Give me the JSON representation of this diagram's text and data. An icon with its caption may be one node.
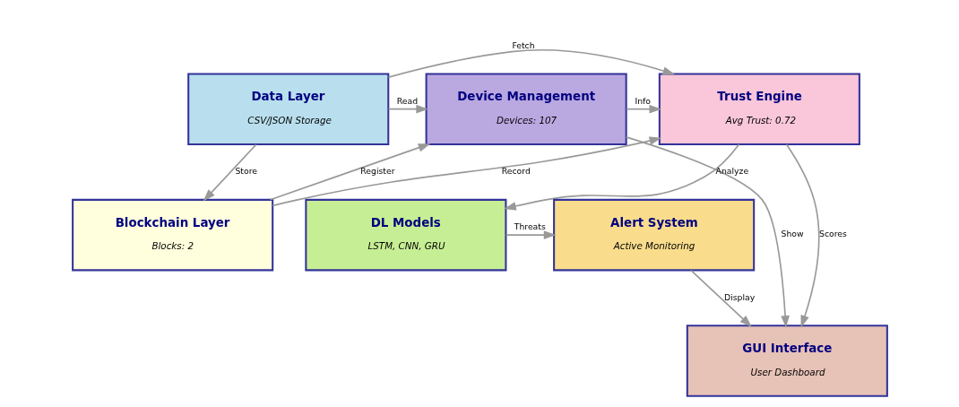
{
  "diagram": {
    "nodes": [
      {
        "text": [
          "Data Layer",
          "CSV/JSON Storage"
        ]
      },
      {
        "text": [
          "Device Management",
          "Devices: 107"
        ]
      },
      {
        "text": [
          "Trust Engine",
          "Avg Trust: 0.72"
        ]
      },
      {
        "text": [
          "Blockchain Layer",
          "Blocks: 2"
        ]
      },
      {
        "text": [
          "DL Models",
          "LSTM, CNN, GRU"
        ]
      },
      {
        "text": [
          "Alert System",
          "Active Monitoring"
        ]
      },
      {
        "text": [
          "GUI Interface",
          "User Dashboard"
        ]
      }
    ],
    "edges": [
      {
        "from": 0,
        "to": 1,
        "arrow": "to",
        "label": "Read"
      },
      {
        "from": 0,
        "to": 2,
        "arrow": "to",
        "label": "Fetch"
      },
      {
        "from": 1,
        "to": 2,
        "arrow": "to",
        "label": "Info"
      },
      {
        "from": 0,
        "to": 3,
        "arrow": "to",
        "label": "Store"
      },
      {
        "from": 3,
        "to": 1,
        "arrow": "to",
        "label": "Register"
      },
      {
        "from": 3,
        "to": 2,
        "arrow": "to",
        "label": "Record"
      },
      {
        "from": 2,
        "to": 4,
        "arrow": "to",
        "label": "Analyze"
      },
      {
        "from": 1,
        "to": 6,
        "arrow": "to",
        "label": "Show"
      },
      {
        "from": 2,
        "to": 6,
        "arrow": "to",
        "label": "Scores"
      },
      {
        "from": 4,
        "to": 5,
        "arrow": "to",
        "label": "Threats"
      },
      {
        "from": 5,
        "to": 6,
        "arrow": "to",
        "label": "Display"
      }
    ]
  }
}
